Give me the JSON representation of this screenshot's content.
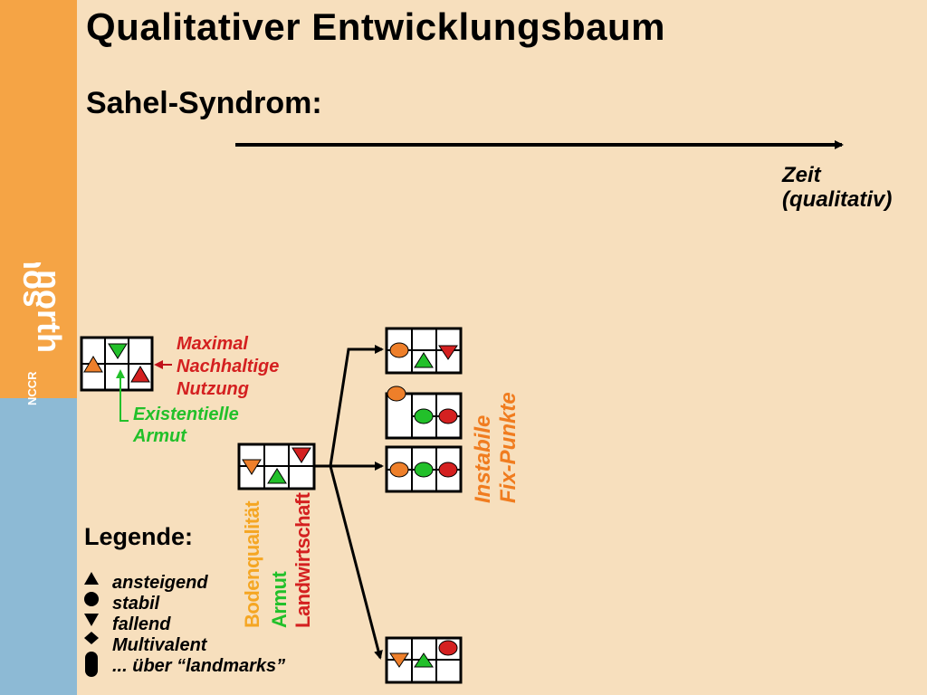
{
  "title": "Qualitativer Entwicklungsbaum",
  "subtitle": "Sahel-Syndrom:",
  "time_axis": {
    "line1": "Zeit",
    "line2": "(qualitativ)"
  },
  "annotations": {
    "max_line1": "Maximal",
    "max_line2": "Nachhaltige",
    "max_line3": "Nutzung",
    "armut_line1": "Existentielle",
    "armut_line2": "Armut"
  },
  "fixpoints": {
    "line1": "Instabile",
    "line2": "Fix-Punkte"
  },
  "variables": {
    "soil": "Bodenqualität",
    "poverty": "Armut",
    "agriculture": "Landwirtschaft"
  },
  "legend": {
    "title": "Legende:",
    "items": [
      "ansteigend",
      "stabil",
      "fallend",
      "Multivalent",
      "... über “landmarks”"
    ]
  },
  "logo": {
    "text1": "north",
    "text2": "south",
    "text3": "NCCR"
  },
  "colors": {
    "orange_band": "#f5a445",
    "blue_band": "#8dbad5",
    "background": "#f7dfbd",
    "red": "#d42020",
    "green": "#22c02a",
    "soil_orange": "#ee7f2a",
    "soil_yellow": "#f5a623"
  }
}
